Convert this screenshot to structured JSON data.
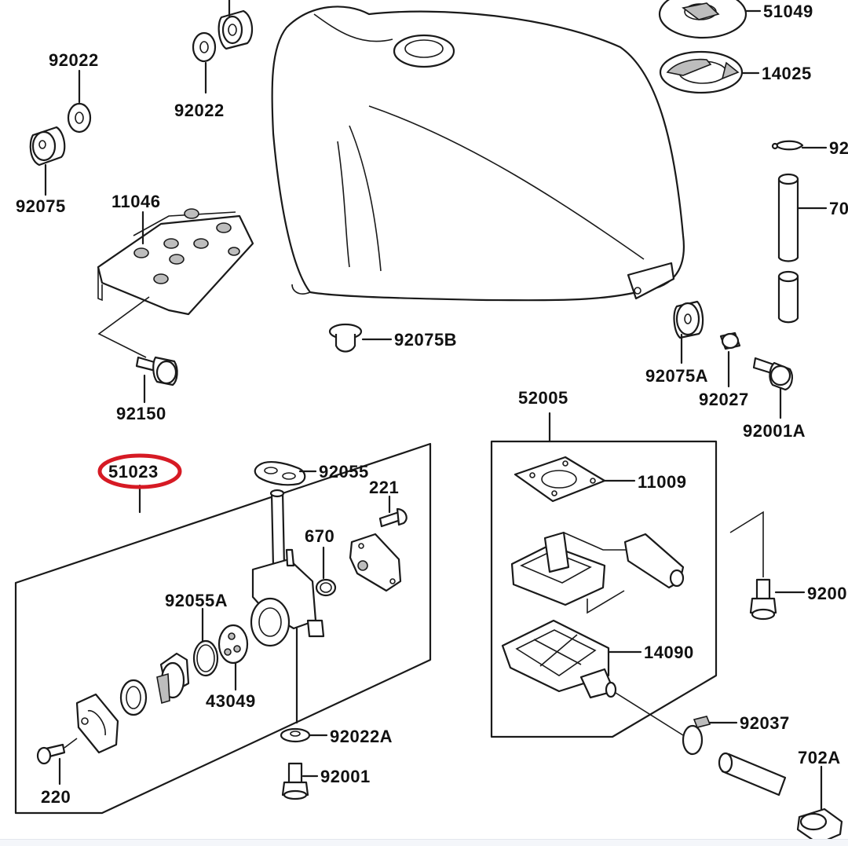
{
  "labels": {
    "p51049": "51049",
    "p14025": "14025",
    "p92_right": "92",
    "p70_right": "70",
    "p92022_top": "92022",
    "p92022_left": "92022",
    "p92075": "92075",
    "p11046": "11046",
    "p92150": "92150",
    "p92075B": "92075B",
    "p92075A": "92075A",
    "p92027": "92027",
    "p92001A": "92001A",
    "p52005": "52005",
    "p51023": "51023",
    "p92055": "92055",
    "p221": "221",
    "p670": "670",
    "p92055A": "92055A",
    "p43049": "43049",
    "p92022A": "92022A",
    "p92001": "92001",
    "p220": "220",
    "p11009": "11009",
    "p14090": "14090",
    "p9200_right": "9200",
    "p92037": "92037",
    "p702A": "702A"
  },
  "highlight": {
    "part": "51023",
    "color": "#d61a24"
  }
}
